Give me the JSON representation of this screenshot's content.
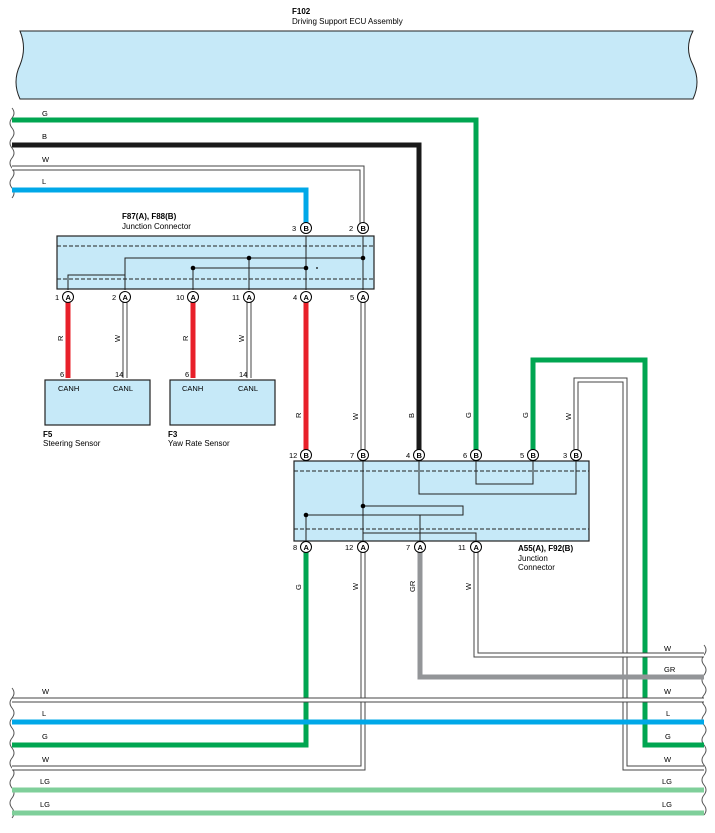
{
  "ecu": {
    "code": "F102",
    "name": "Driving Support ECU Assembly"
  },
  "colors": {
    "G": "#00a651",
    "B": "#1a1a1a",
    "W": "#ffffff",
    "L": "#00a8e8",
    "R": "#e8202a",
    "GR": "#939598",
    "LG": "#7fcf9a",
    "box": "#c6e9f8"
  },
  "top_wires": [
    {
      "color": "G",
      "label": "G"
    },
    {
      "color": "B",
      "label": "B"
    },
    {
      "color": "W",
      "label": "W"
    },
    {
      "color": "L",
      "label": "L"
    }
  ],
  "jc1": {
    "code": "F87(A), F88(B)",
    "name": "Junction Connector",
    "top_pins": [
      {
        "num": "3",
        "side": "B"
      },
      {
        "num": "2",
        "side": "B"
      }
    ],
    "bottom_pins": [
      {
        "num": "1",
        "side": "A"
      },
      {
        "num": "2",
        "side": "A"
      },
      {
        "num": "10",
        "side": "A"
      },
      {
        "num": "11",
        "side": "A"
      },
      {
        "num": "4",
        "side": "A"
      },
      {
        "num": "5",
        "side": "A"
      }
    ]
  },
  "stub_colors": [
    "R",
    "W",
    "R",
    "W"
  ],
  "sensors": [
    {
      "code": "F5",
      "name": "Steering Sensor",
      "pins": [
        {
          "num": "6",
          "label": "CANH"
        },
        {
          "num": "14",
          "label": "CANL"
        }
      ]
    },
    {
      "code": "F3",
      "name": "Yaw Rate Sensor",
      "pins": [
        {
          "num": "6",
          "label": "CANH"
        },
        {
          "num": "14",
          "label": "CANL"
        }
      ]
    }
  ],
  "jc2": {
    "code": "A55(A), F92(B)",
    "name_line1": "Junction",
    "name_line2": "Connector",
    "top_pins": [
      {
        "num": "12",
        "side": "B",
        "wire": "R"
      },
      {
        "num": "7",
        "side": "B",
        "wire": "W"
      },
      {
        "num": "4",
        "side": "B",
        "wire": "B"
      },
      {
        "num": "6",
        "side": "B",
        "wire": "G"
      },
      {
        "num": "5",
        "side": "B",
        "wire": "G"
      },
      {
        "num": "3",
        "side": "B",
        "wire": "W"
      }
    ],
    "bottom_pins": [
      {
        "num": "8",
        "side": "A",
        "wire": "G"
      },
      {
        "num": "12",
        "side": "A",
        "wire": "W"
      },
      {
        "num": "7",
        "side": "A",
        "wire": "GR"
      },
      {
        "num": "11",
        "side": "A",
        "wire": "W"
      }
    ]
  },
  "right_wires": [
    {
      "color": "W",
      "label": "W"
    },
    {
      "color": "GR",
      "label": "GR"
    }
  ],
  "bottom_wires": [
    {
      "color": "W",
      "label": "W",
      "left": true,
      "right": true
    },
    {
      "color": "L",
      "label": "L",
      "left": true,
      "right": true
    },
    {
      "color": "G",
      "label": "G",
      "left": true,
      "right": true
    },
    {
      "color": "W",
      "label": "W",
      "left": true,
      "right": true
    },
    {
      "color": "LG",
      "label": "LG",
      "left": true,
      "right": true
    },
    {
      "color": "LG",
      "label": "LG",
      "left": true,
      "right": true
    }
  ]
}
